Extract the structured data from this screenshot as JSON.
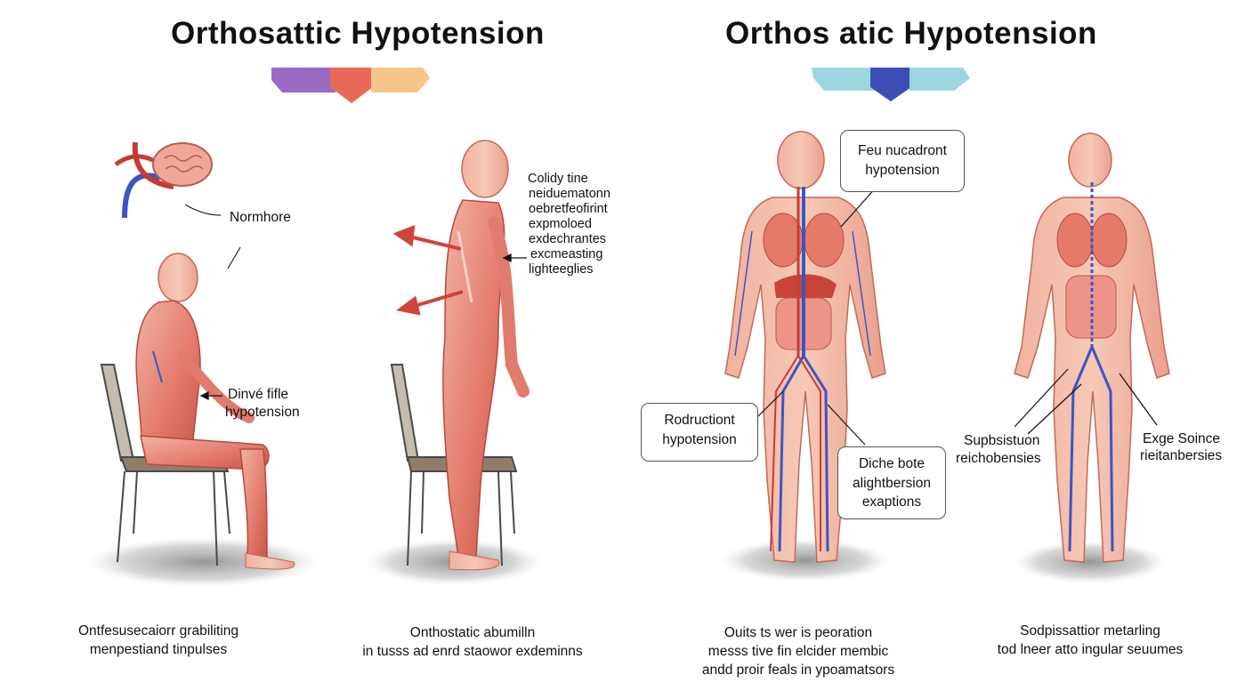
{
  "titles": {
    "left": "Orthosattic Hypotension",
    "right": "Orthos atic Hypotension"
  },
  "ribbon_colors": {
    "left": [
      "#9b6bc4",
      "#e8685a",
      "#f5c58a"
    ],
    "right": [
      "#9ed6e0",
      "#3d4fb5",
      "#9ed6e0"
    ]
  },
  "labels": {
    "normhore": "Normhore",
    "dinve_line1": "Dinvé fifle",
    "dinve_line2": "hypotension",
    "colidy": [
      "Colidy tine",
      "neiduematonn",
      "oebretfeofirint",
      "expmoloed",
      "exdechrantes",
      "excmeasting",
      "lighteeglies"
    ],
    "supb_line1": "Supbsistuon",
    "supb_line2": "reichobensies",
    "exge_line1": "Exge Soince",
    "exge_line2": "rieitanbersies"
  },
  "callouts": {
    "feu": [
      "Feu nucadront",
      "hypotension"
    ],
    "rodruc": [
      "Rodructiont",
      "hypotension"
    ],
    "diche": [
      "Diche bote",
      "alightbersion",
      "exaptions"
    ]
  },
  "captions": {
    "c1": [
      "Ontfesusecaiorr grabiliting",
      "menpestiand tinpulses"
    ],
    "c2": [
      "Onthostatic abumilln",
      "in tusss ad enrd staowor exdeminns"
    ],
    "c3": [
      "Ouits ts wer is peoration",
      "messs tive  fin elcider membic",
      "andd proir feals in ypoamatsors"
    ],
    "c4": [
      "Sodpissattior metarling",
      "tod lneer atto ingular seuumes"
    ]
  }
}
